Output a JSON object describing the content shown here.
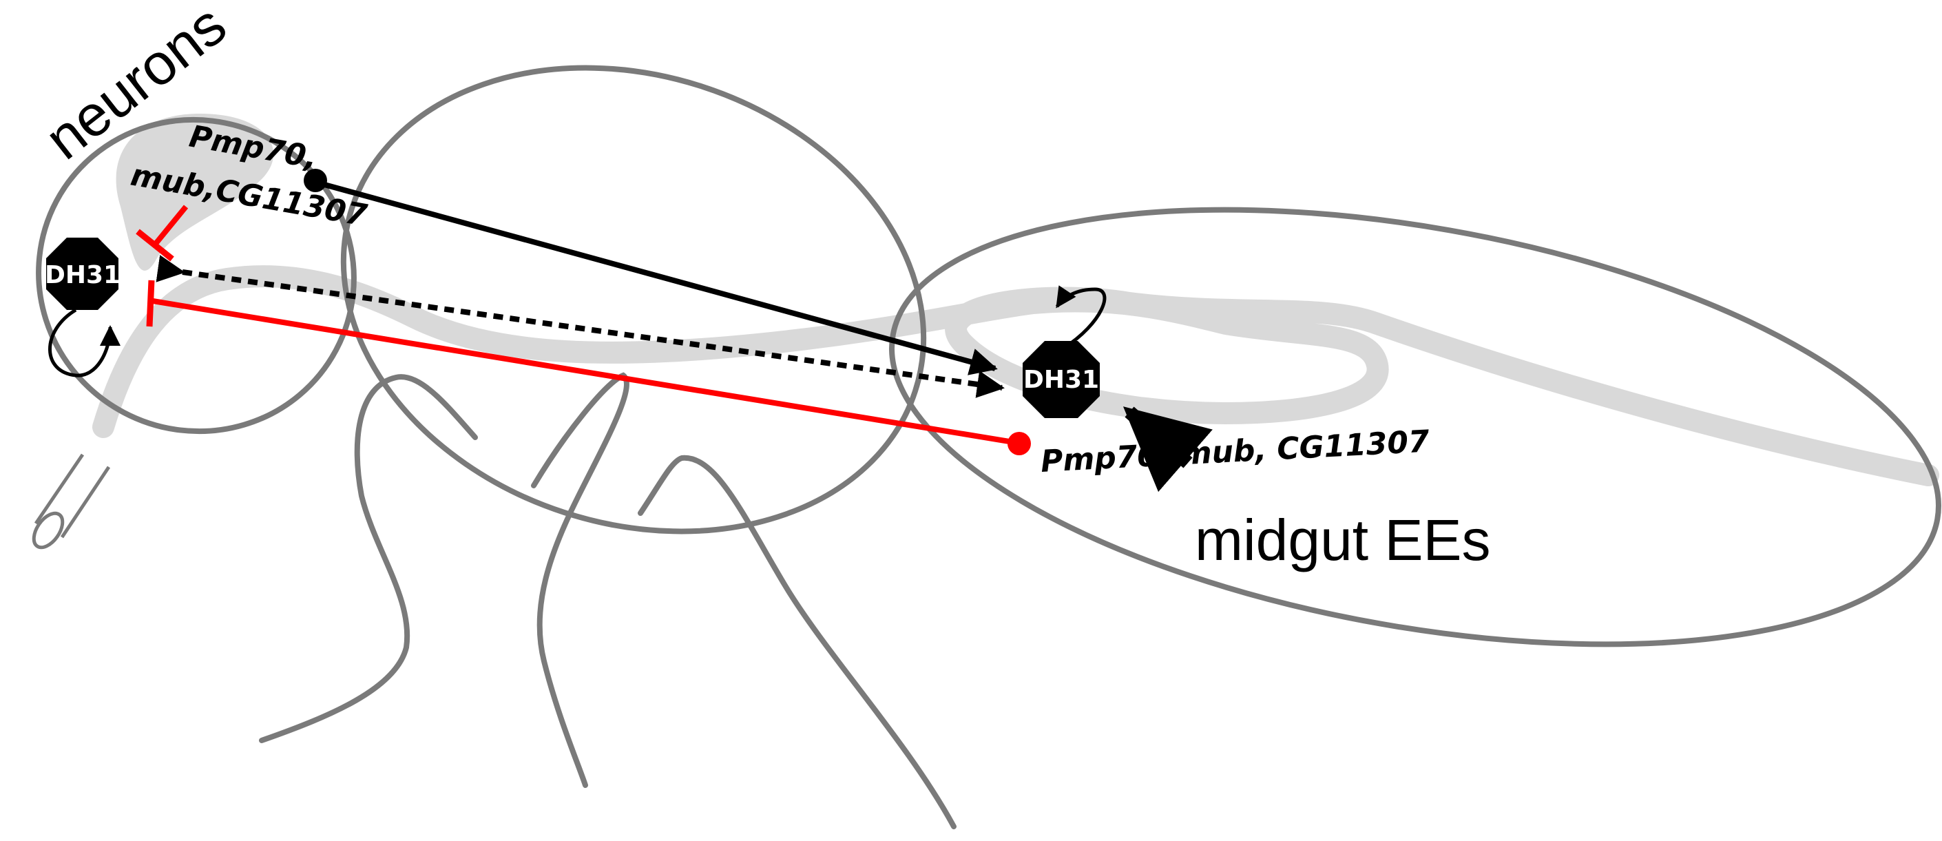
{
  "labels": {
    "neurons": "neurons",
    "midgut": "midgut EEs",
    "head_gene_line1": "Pmp70,",
    "head_gene_line2": "mub,CG11307",
    "gut_genes": "Pmp70, mub, CG11307",
    "dh31_head": "DH31",
    "dh31_gut": "DH31"
  },
  "colors": {
    "outline": "#7a7a7a",
    "gut_tube": "#d9d9d9",
    "inhibition": "#ff0000",
    "activation": "#000000"
  }
}
